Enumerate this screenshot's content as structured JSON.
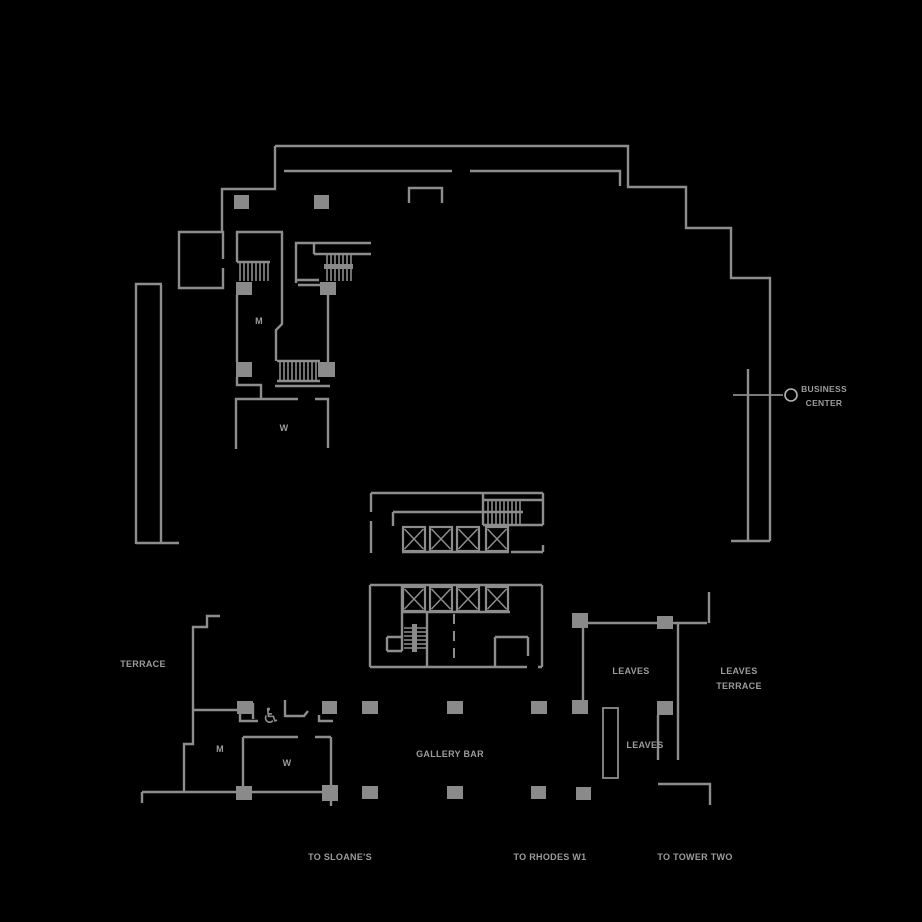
{
  "colors": {
    "background": "#000000",
    "wall": "#8d8d8d",
    "column_fill": "#8a8a8a",
    "text": "#9c9c9c"
  },
  "labels": {
    "terrace": "TERRACE",
    "gallery_bar": "GALLERY BAR",
    "leaves_west": "LEAVES",
    "leaves_south": "LEAVES",
    "leaves_terrace": {
      "line1": "LEAVES",
      "line2": "TERRACE"
    },
    "business_center": {
      "line1": "BUSINESS",
      "line2": "CENTER"
    },
    "restrooms": {
      "mens_upper": "M",
      "womens_upper": "W",
      "mens_lower": "M",
      "womens_lower": "W"
    },
    "exits": {
      "sloanes": "TO SLOANE'S",
      "rhodes": "TO RHODES W1",
      "tower_two": "TO TOWER TWO"
    },
    "icons": {
      "wheelchair": "♿"
    }
  }
}
